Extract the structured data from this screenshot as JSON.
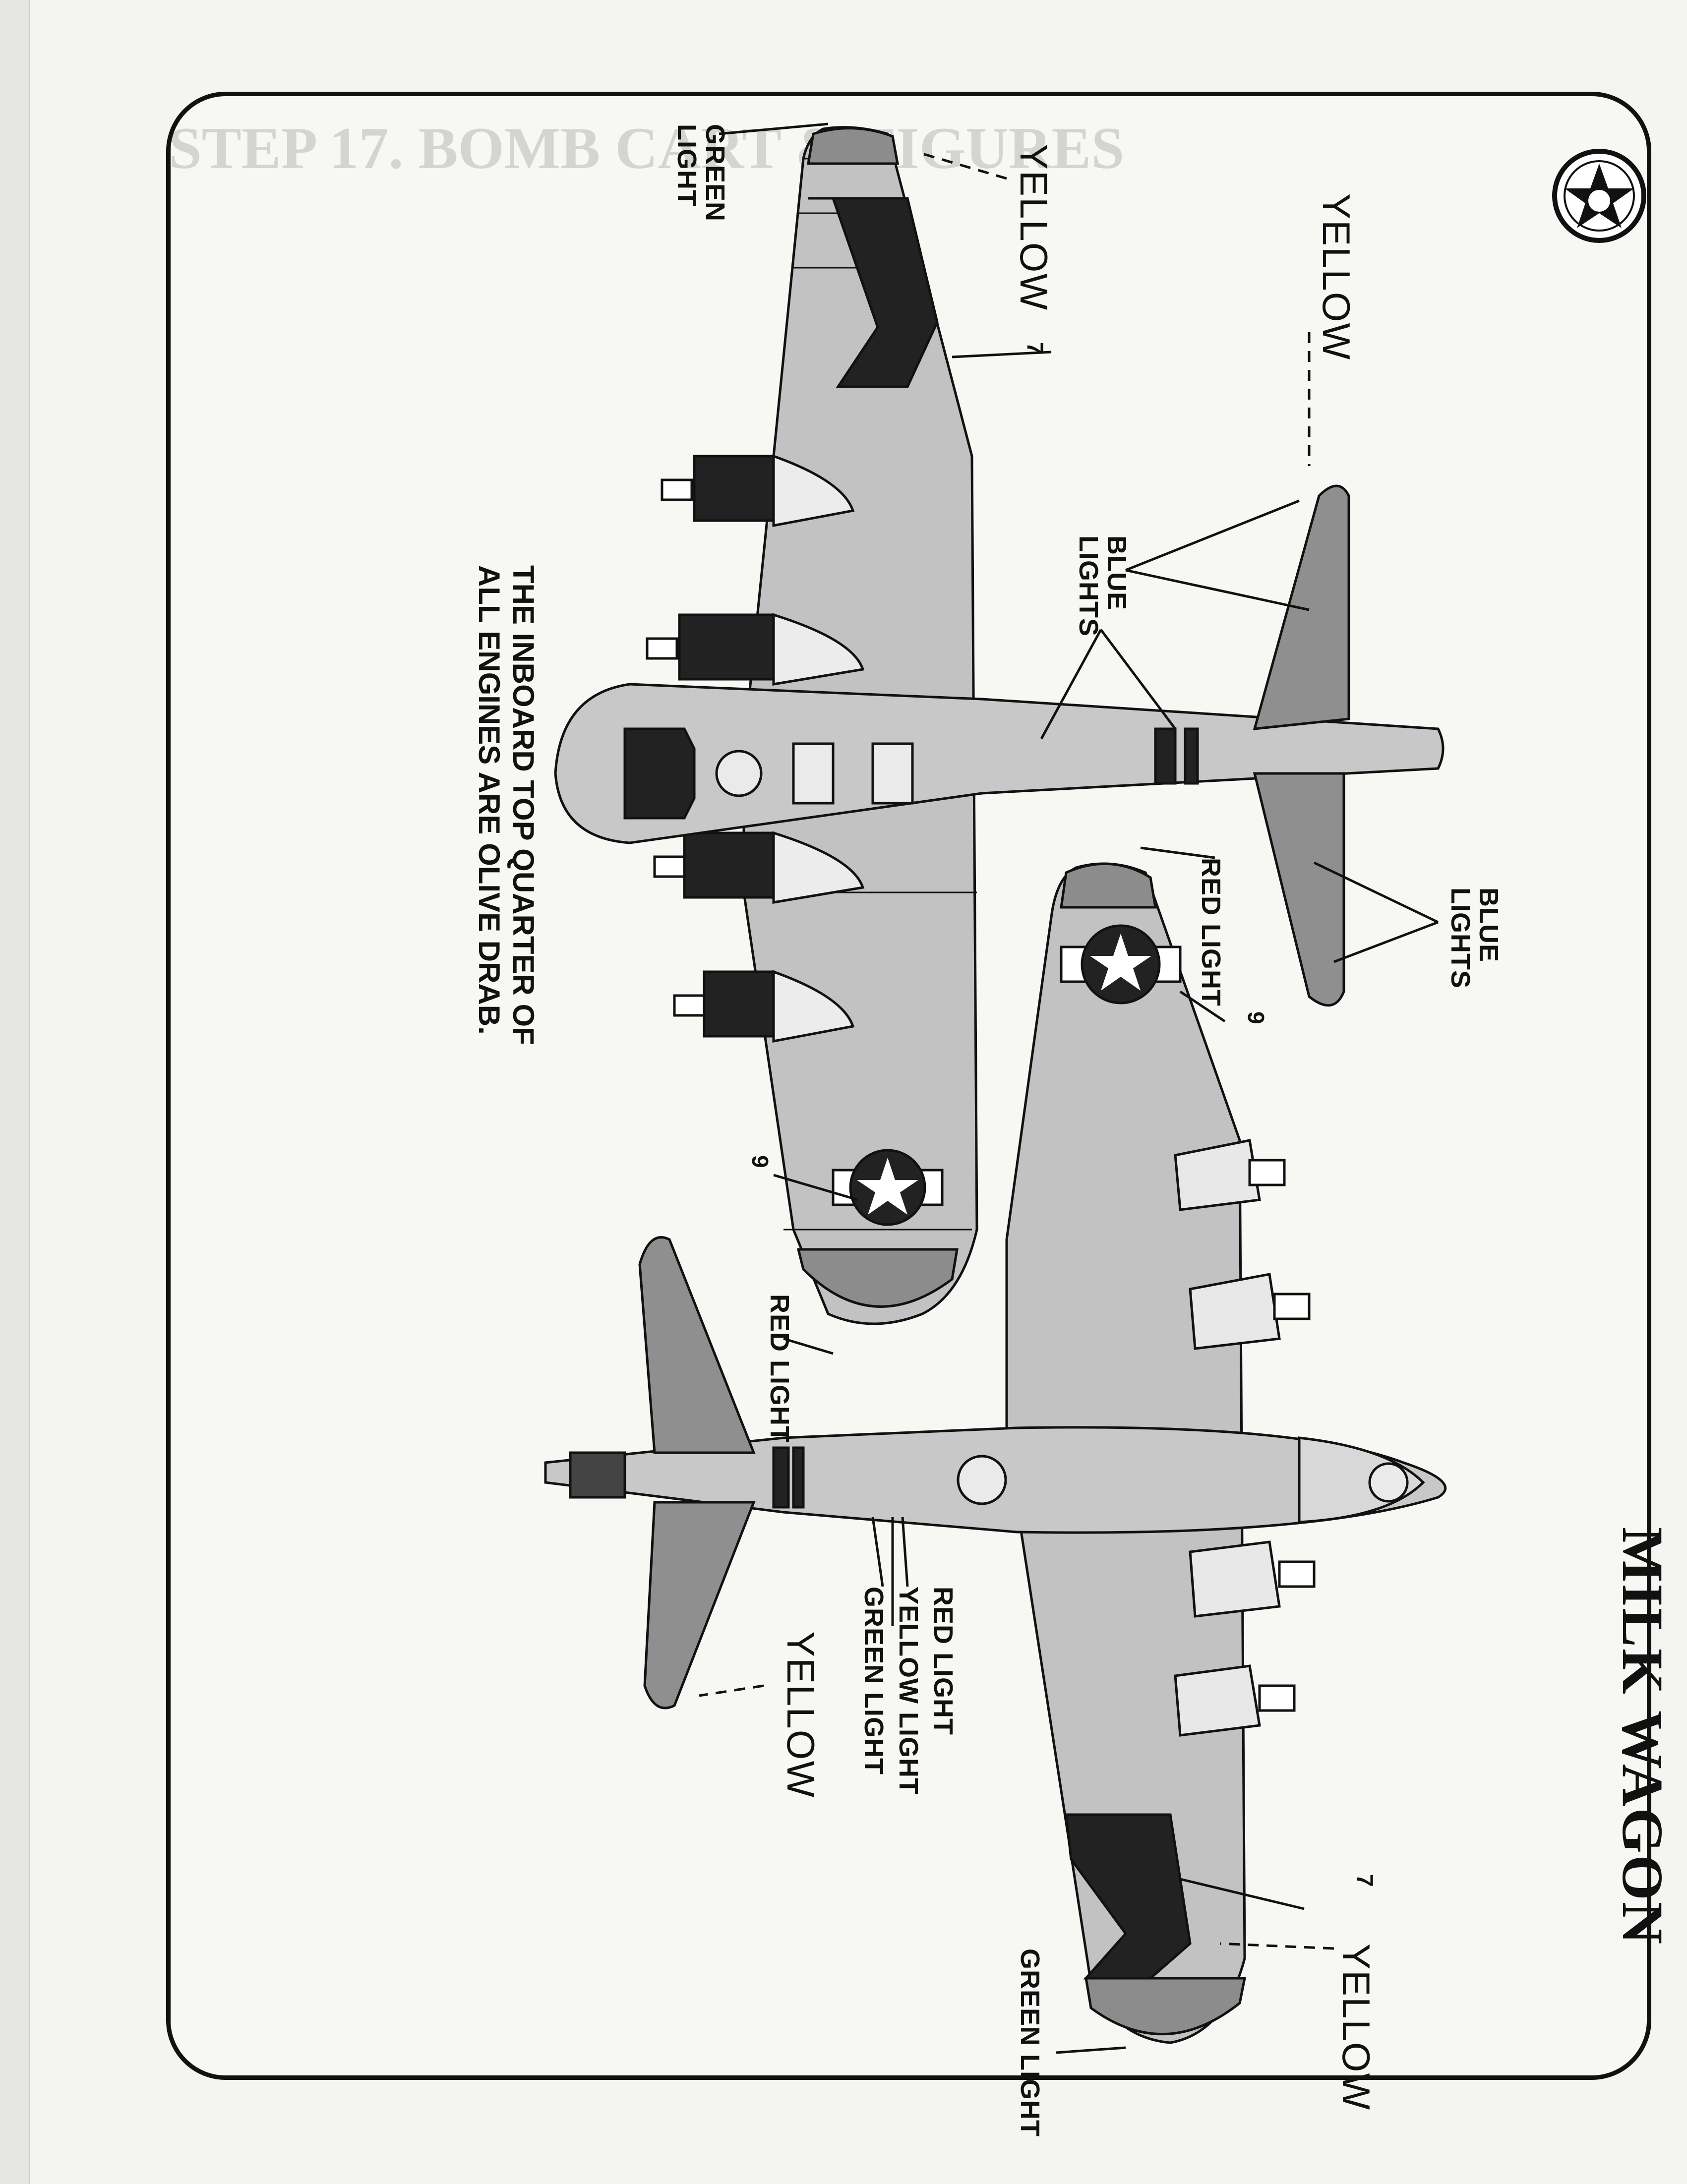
{
  "page": {
    "title": "MILK WAGON",
    "note_lines": [
      "THE INBOARD TOP QUARTER OF",
      "ALL ENGINES ARE OLIVE DRAB."
    ],
    "colors": {
      "ink": "#111111",
      "paper": "#f7f7f4",
      "panel_gray": "#bdbdbd",
      "tail_gray": "#8f8f8f"
    }
  },
  "top_view": {
    "labels": {
      "green_light": "GREEN LIGHT",
      "yellow_wing": "YELLOW",
      "yellow_tail": "YELLOW",
      "blue_lights_upper": "BLUE LIGHTS",
      "blue_lights_lower": "BLUE LIGHTS",
      "red_light": "RED LIGHT",
      "decal_7": "7",
      "decal_9": "9"
    }
  },
  "bottom_view": {
    "labels": {
      "red_light_wing": "RED LIGHT",
      "red_light_tail": "RED LIGHT",
      "yellow_light_tail": "YELLOW LIGHT",
      "green_light_tail": "GREEN LIGHT",
      "yellow_tail": "YELLOW",
      "yellow_wing": "YELLOW",
      "green_light_wing": "GREEN LIGHT",
      "decal_7": "7",
      "decal_9": "9"
    }
  }
}
